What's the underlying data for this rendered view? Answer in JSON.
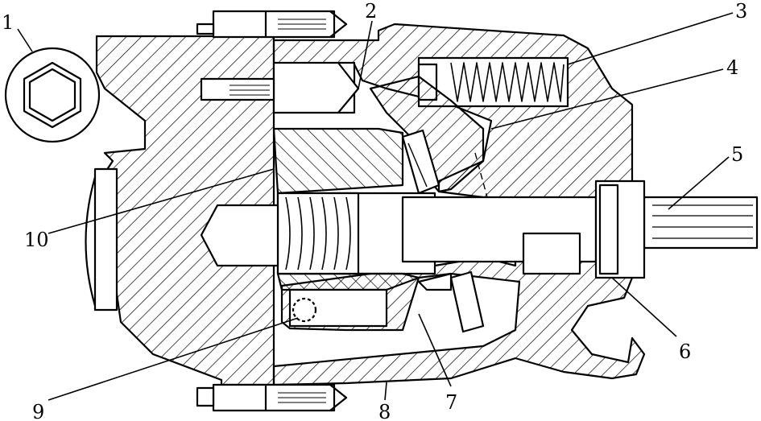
{
  "labels": [
    {
      "id": "1",
      "text": "1"
    },
    {
      "id": "2",
      "text": "2"
    },
    {
      "id": "3",
      "text": "3"
    },
    {
      "id": "4",
      "text": "4"
    },
    {
      "id": "5",
      "text": "5"
    },
    {
      "id": "6",
      "text": "6"
    },
    {
      "id": "7",
      "text": "7"
    },
    {
      "id": "8",
      "text": "8"
    },
    {
      "id": "9",
      "text": "9"
    },
    {
      "id": "10",
      "text": "10"
    }
  ],
  "colors": {
    "ink": "#000000",
    "paper": "#ffffff"
  }
}
